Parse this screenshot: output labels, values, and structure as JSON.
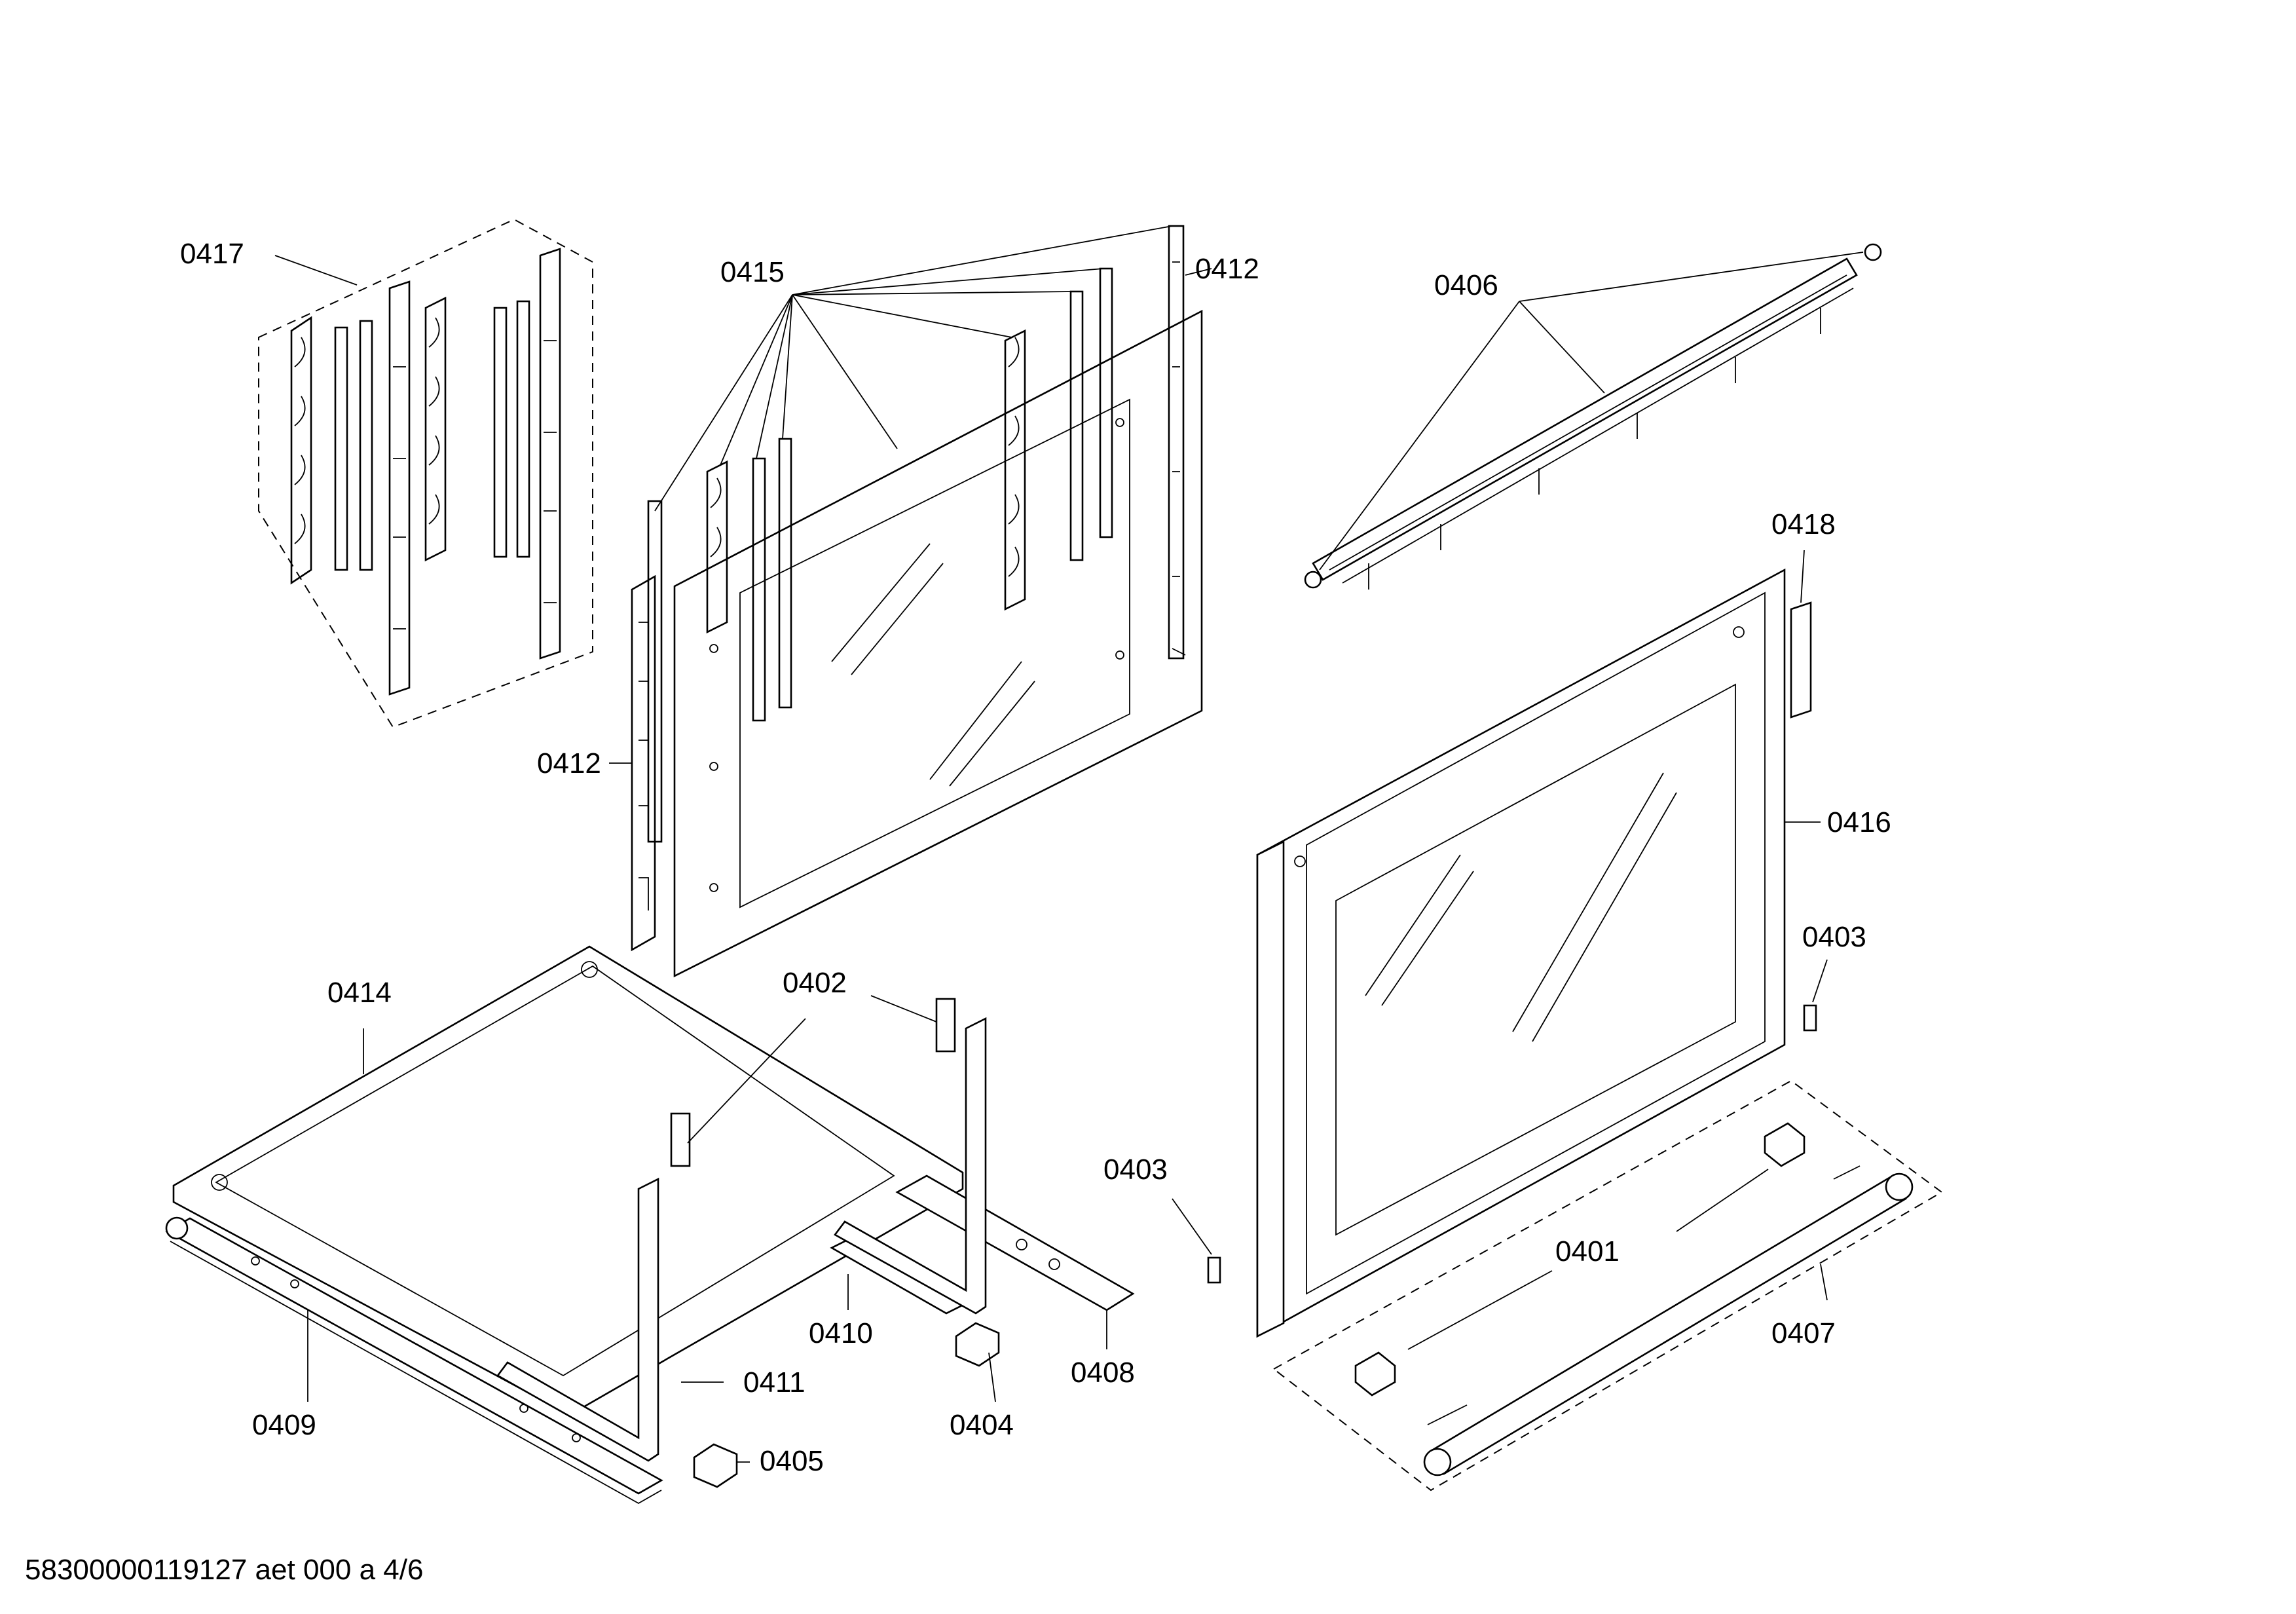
{
  "document_id": "58300000119127 aet 000 a 4/6",
  "part_labels": {
    "p0417": "0417",
    "p0415": "0415",
    "p0412_top": "0412",
    "p0412_left": "0412",
    "p0406": "0406",
    "p0418": "0418",
    "p0416": "0416",
    "p0403_right": "0403",
    "p0403_left": "0403",
    "p0414": "0414",
    "p0402": "0402",
    "p0401": "0401",
    "p0407": "0407",
    "p0410": "0410",
    "p0408": "0408",
    "p0411": "0411",
    "p0409": "0409",
    "p0404": "0404",
    "p0405": "0405"
  }
}
